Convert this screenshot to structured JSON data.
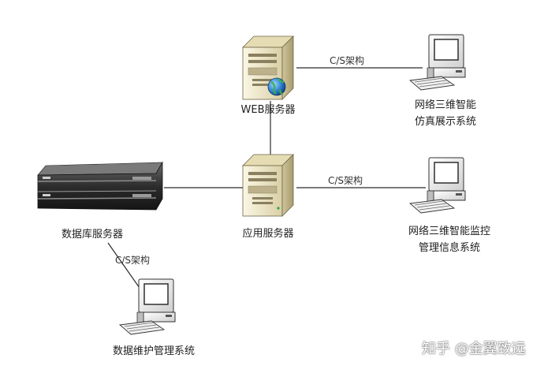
{
  "nodes": {
    "web_server": {
      "label": "WEB服务器",
      "icon": "tower-server-globe-icon"
    },
    "app_server": {
      "label": "应用服务器",
      "icon": "tower-server-icon"
    },
    "db_server": {
      "label": "数据库服务器",
      "icon": "rack-server-icon"
    },
    "sim_client": {
      "label_line1": "网络三维智能",
      "label_line2": "仿真展示系统",
      "icon": "desktop-computer-icon"
    },
    "monitor_client": {
      "label_line1": "网络三维智能监控",
      "label_line2": "管理信息系统",
      "icon": "desktop-computer-icon"
    },
    "maint_client": {
      "label": "数据维护管理系统",
      "icon": "desktop-computer-icon"
    }
  },
  "edges": {
    "web_sim": {
      "label": "C/S架构"
    },
    "app_monitor": {
      "label": "C/S架构"
    },
    "db_maint": {
      "label": "C/S架构"
    },
    "web_app": {
      "label": ""
    },
    "db_app": {
      "label": ""
    }
  },
  "watermark": {
    "text": "知乎 @金翼致远"
  },
  "colors": {
    "line": "#2b2b2b",
    "server_face": "#efe8c9",
    "rack": "#3a3a3a",
    "monitor": "#f2f2f2"
  }
}
